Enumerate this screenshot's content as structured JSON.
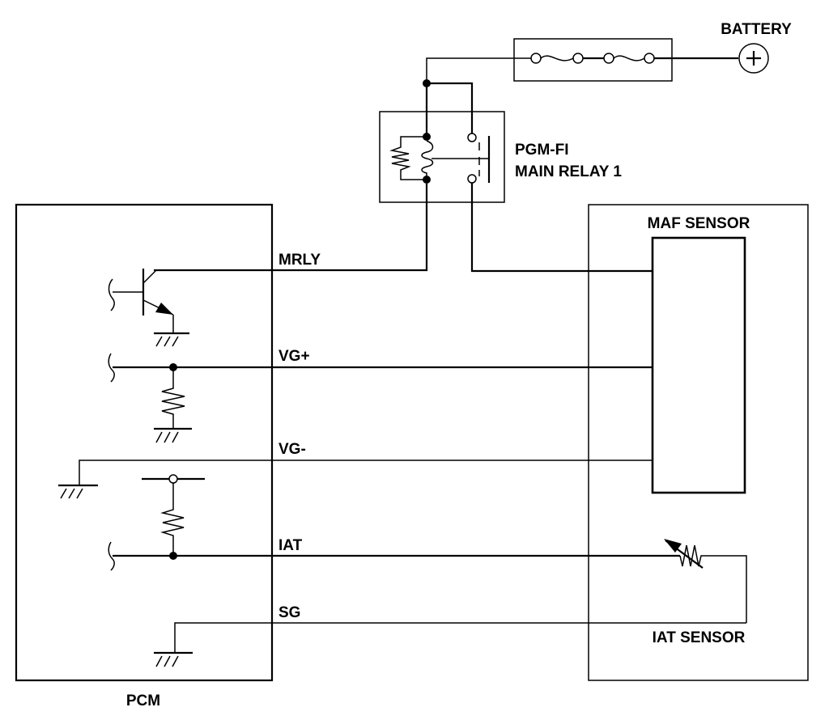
{
  "diagram": {
    "type": "wiring-schematic",
    "components": {
      "battery": {
        "label": "BATTERY",
        "symbol": "+"
      },
      "relay": {
        "label_line1": "PGM-FI",
        "label_line2": "MAIN RELAY 1"
      },
      "pcm": {
        "label": "PCM"
      },
      "maf_sensor": {
        "label": "MAF SENSOR"
      },
      "iat_sensor": {
        "label": "IAT SENSOR"
      }
    },
    "wires": [
      {
        "id": "mrly",
        "label": "MRLY"
      },
      {
        "id": "vg_plus",
        "label": "VG+"
      },
      {
        "id": "vg_minus",
        "label": "VG-"
      },
      {
        "id": "iat",
        "label": "IAT"
      },
      {
        "id": "sg",
        "label": "SG"
      }
    ],
    "colors": {
      "line": "#000000",
      "background": "#ffffff"
    }
  }
}
